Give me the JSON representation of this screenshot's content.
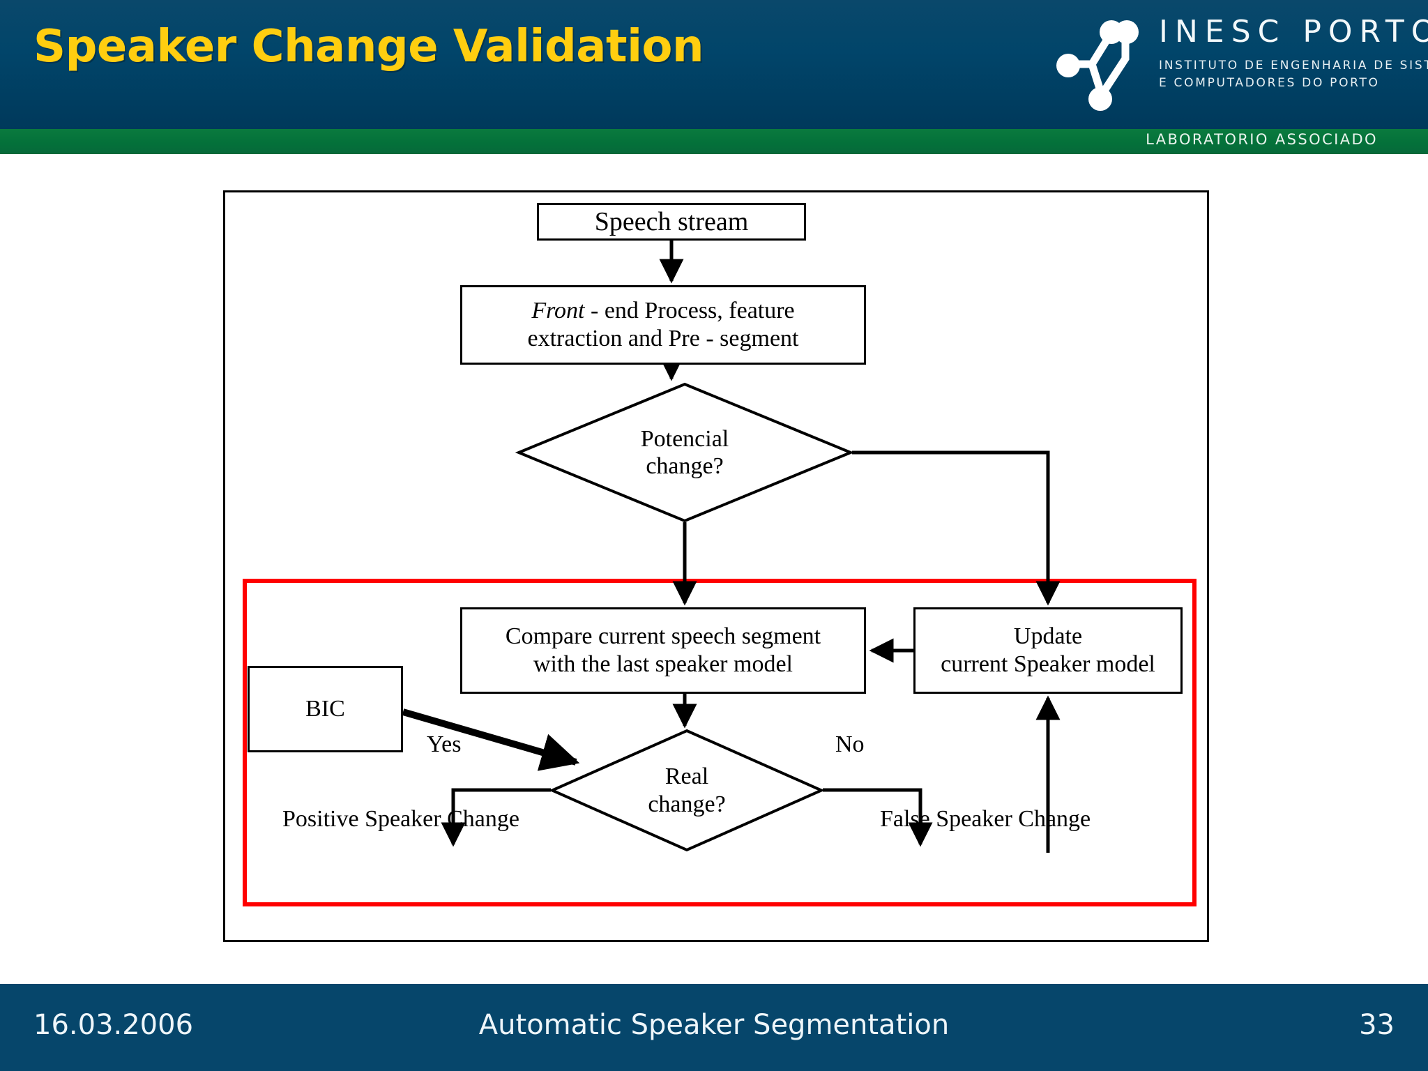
{
  "header": {
    "title": "Speaker Change Validation",
    "accent_yellow": "#ffce10",
    "navy": "#00395b",
    "green": "#06693a",
    "logo": {
      "name": "INESC PORTO",
      "sub_line1": "INSTITUTO DE ENGENHARIA DE SISTEMAS",
      "sub_line2": "E COMPUTADORES DO PORTO",
      "banner": "LABORATORIO ASSOCIADO"
    }
  },
  "diagram": {
    "highlight_color": "#ff0000",
    "nodes": {
      "speech_stream": "Speech stream",
      "front_end_italic": "Front",
      "front_end_rest": " -  end Process, feature",
      "front_end_line2": "extraction and Pre - segment",
      "potential_l1": "Potencial",
      "potential_l2": "change?",
      "compare_l1": "Compare current speech segment",
      "compare_l2": "with the last speaker model",
      "update_l1": "Update",
      "update_l2": "current Speaker model",
      "bic": "BIC",
      "real_l1": "Real",
      "real_l2": "change?"
    },
    "edge_labels": {
      "yes": "Yes",
      "no": "No"
    },
    "outcomes": {
      "positive": "Positive Speaker Change",
      "false": "False Speaker Change"
    }
  },
  "footer": {
    "date": "16.03.2006",
    "center": "Automatic Speaker Segmentation",
    "page": "33"
  }
}
